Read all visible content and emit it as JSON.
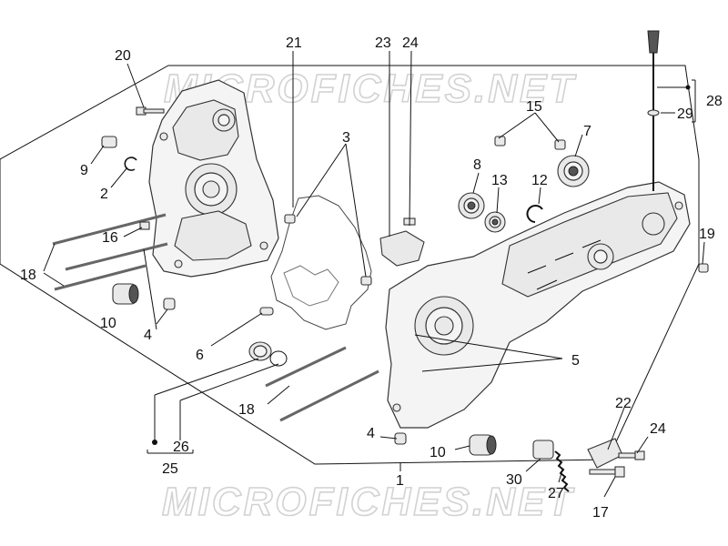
{
  "watermarks": {
    "top": "MICROFICHES.NET",
    "bottom": "MICROFICHES.NET"
  },
  "callouts": {
    "c1": "1",
    "c2": "2",
    "c3": "3",
    "c4a": "4",
    "c4b": "4",
    "c5": "5",
    "c6": "6",
    "c7": "7",
    "c8": "8",
    "c9": "9",
    "c10a": "10",
    "c10b": "10",
    "c12": "12",
    "c13": "13",
    "c15": "15",
    "c16": "16",
    "c17": "17",
    "c18a": "18",
    "c18b": "18",
    "c19": "19",
    "c20": "20",
    "c21": "21",
    "c22": "22",
    "c23": "23",
    "c24a": "24",
    "c24b": "24",
    "c25": "25",
    "c26": "26",
    "c27": "27",
    "c28": "28",
    "c29": "29",
    "c30": "30"
  }
}
